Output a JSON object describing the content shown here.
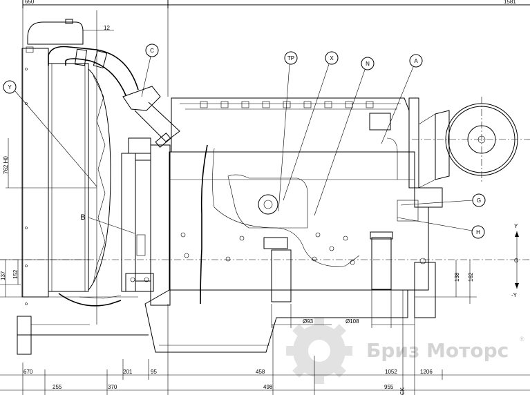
{
  "dimensions": {
    "top_left": "650",
    "top_right": "1581",
    "gap_12": "12",
    "height_762": "762 H0",
    "left_137": "137",
    "left_152": "152",
    "right_138": "138",
    "right_162": "162",
    "dia_93": "Ø93",
    "dia_108": "Ø108",
    "bottom_670": "670",
    "bottom_201": "201",
    "bottom_95": "95",
    "bottom_458": "458",
    "bottom_1052": "1052",
    "bottom_1206": "1206",
    "bottom_255": "255",
    "bottom_370": "370",
    "bottom_498": "498",
    "bottom_955": "955",
    "corner_ck": "CK"
  },
  "callouts": {
    "c": "C",
    "y": "Y",
    "tp": "TP",
    "x": "X",
    "n": "N",
    "a": "A",
    "g": "G",
    "h": "H",
    "b": "B"
  },
  "axes": {
    "y_pos": "Y",
    "origin": "O",
    "y_neg": "-Y"
  },
  "watermark": {
    "text": "Бриз Моторс",
    "registered": "®",
    "logo_icon": "gear-icon"
  }
}
